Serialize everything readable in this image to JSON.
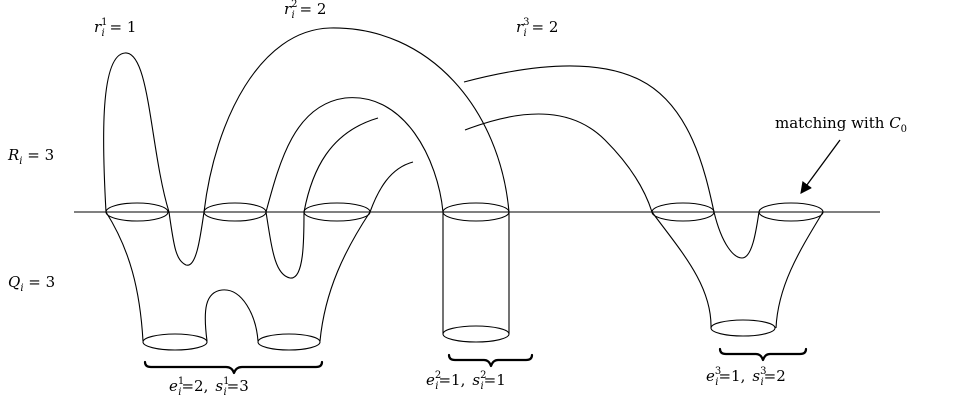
{
  "labels": {
    "r1": {
      "var": "r",
      "sub": "i",
      "sup": "1",
      "rel": " = 1"
    },
    "r2": {
      "var": "r",
      "sub": "i",
      "sup": "2",
      "rel": " = 2"
    },
    "r3": {
      "var": "r",
      "sub": "i",
      "sup": "3",
      "rel": " = 2"
    },
    "R": {
      "var": "R",
      "sub": "i",
      "rel": " = 3"
    },
    "Q": {
      "var": "Q",
      "sub": "i",
      "rel": " = 3"
    },
    "matching": {
      "text": "matching with ",
      "var": "C",
      "sub": "0"
    },
    "group1": {
      "e": {
        "var": "e",
        "sub": "i",
        "sup": "1",
        "rel": "=2,"
      },
      "s": {
        "var": "s",
        "sub": "i",
        "sup": "1",
        "rel": "=3"
      }
    },
    "group2": {
      "e": {
        "var": "e",
        "sub": "i",
        "sup": "2",
        "rel": "=1,"
      },
      "s": {
        "var": "s",
        "sub": "i",
        "sup": "2",
        "rel": "=1"
      }
    },
    "group3": {
      "e": {
        "var": "e",
        "sub": "i",
        "sup": "3",
        "rel": "=1,"
      },
      "s": {
        "var": "s",
        "sub": "i",
        "sup": "3",
        "rel": "=2"
      }
    }
  }
}
